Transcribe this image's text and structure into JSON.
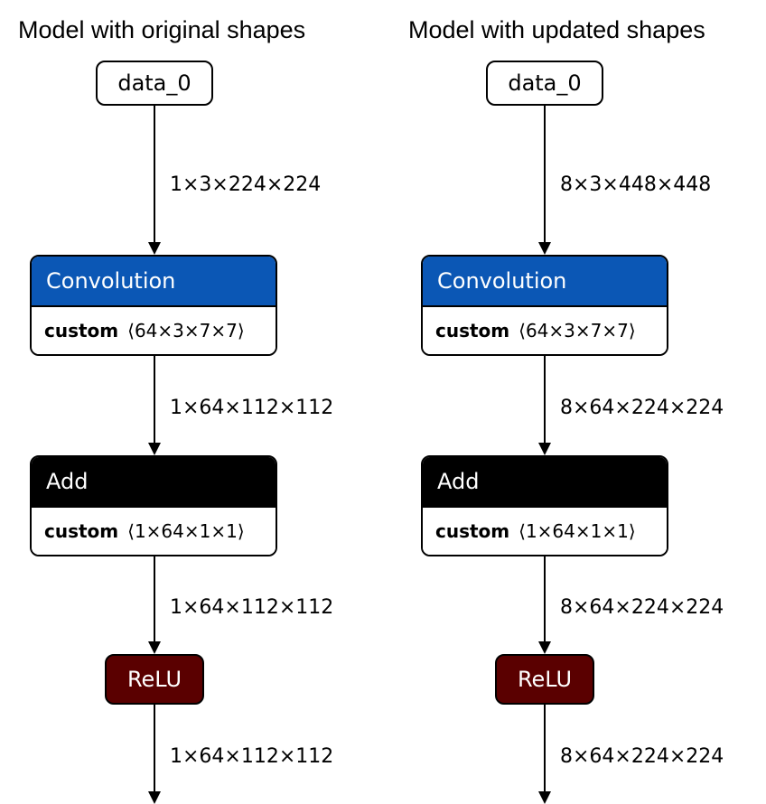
{
  "left": {
    "title": "Model with original shapes",
    "input_node": "data_0",
    "edge1_shape": "1×3×224×224",
    "conv": {
      "op": "Convolution",
      "attr_key": "custom",
      "attr_val": "⟨64×3×7×7⟩"
    },
    "edge2_shape": "1×64×112×112",
    "add": {
      "op": "Add",
      "attr_key": "custom",
      "attr_val": "⟨1×64×1×1⟩"
    },
    "edge3_shape": "1×64×112×112",
    "relu": {
      "op": "ReLU"
    },
    "edge4_shape": "1×64×112×112"
  },
  "right": {
    "title": "Model with updated shapes",
    "input_node": "data_0",
    "edge1_shape": "8×3×448×448",
    "conv": {
      "op": "Convolution",
      "attr_key": "custom",
      "attr_val": "⟨64×3×7×7⟩"
    },
    "edge2_shape": "8×64×224×224",
    "add": {
      "op": "Add",
      "attr_key": "custom",
      "attr_val": "⟨1×64×1×1⟩"
    },
    "edge3_shape": "8×64×224×224",
    "relu": {
      "op": "ReLU"
    },
    "edge4_shape": "8×64×224×224"
  },
  "colors": {
    "convolution_header": "#0b57b5",
    "add_header": "#000000",
    "relu_node": "#5a0000"
  }
}
